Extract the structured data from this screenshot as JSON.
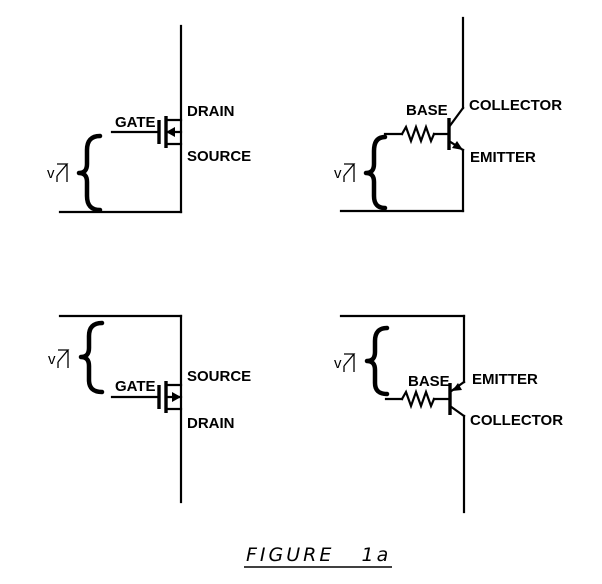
{
  "figure": {
    "caption": "FIGURE   1a"
  },
  "circuits": [
    {
      "id": "n-mosfet",
      "labels": {
        "control": "GATE",
        "top": "DRAIN",
        "bottom": "SOURCE",
        "voltage": "v"
      }
    },
    {
      "id": "npn-bjt",
      "labels": {
        "control": "BASE",
        "top": "COLLECTOR",
        "bottom": "EMITTER",
        "voltage": "v"
      }
    },
    {
      "id": "p-mosfet",
      "labels": {
        "control": "GATE",
        "top": "SOURCE",
        "bottom": "DRAIN",
        "voltage": "v"
      }
    },
    {
      "id": "pnp-bjt",
      "labels": {
        "control": "BASE",
        "top": "EMITTER",
        "bottom": "COLLECTOR",
        "voltage": "v"
      }
    }
  ]
}
